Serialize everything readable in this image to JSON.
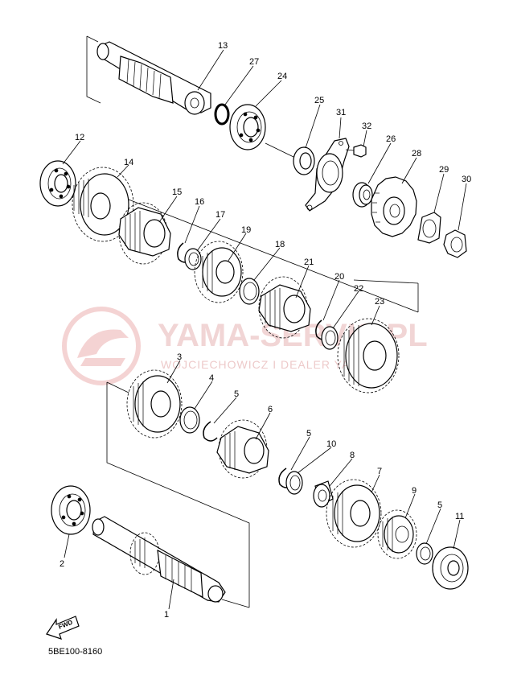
{
  "watermark": {
    "title": "YAMA-SERVIS.PL",
    "subtitle": "WOJCIECHOWICZ I DEALER YAMAHA",
    "logo_color": "#e8a0a0"
  },
  "diagram_code": "5BE100-8160",
  "fwd_label": "FWD",
  "parts": [
    {
      "id": "13",
      "label": "13"
    },
    {
      "id": "27",
      "label": "27"
    },
    {
      "id": "24",
      "label": "24"
    },
    {
      "id": "25",
      "label": "25"
    },
    {
      "id": "31",
      "label": "31"
    },
    {
      "id": "32",
      "label": "32"
    },
    {
      "id": "26",
      "label": "26"
    },
    {
      "id": "28",
      "label": "28"
    },
    {
      "id": "29",
      "label": "29"
    },
    {
      "id": "30",
      "label": "30"
    },
    {
      "id": "12",
      "label": "12"
    },
    {
      "id": "14",
      "label": "14"
    },
    {
      "id": "15",
      "label": "15"
    },
    {
      "id": "16",
      "label": "16"
    },
    {
      "id": "17",
      "label": "17"
    },
    {
      "id": "19",
      "label": "19"
    },
    {
      "id": "18",
      "label": "18"
    },
    {
      "id": "21",
      "label": "21"
    },
    {
      "id": "20",
      "label": "20"
    },
    {
      "id": "22",
      "label": "22"
    },
    {
      "id": "23",
      "label": "23"
    },
    {
      "id": "3",
      "label": "3"
    },
    {
      "id": "4",
      "label": "4"
    },
    {
      "id": "5a",
      "label": "5"
    },
    {
      "id": "6",
      "label": "6"
    },
    {
      "id": "5b",
      "label": "5"
    },
    {
      "id": "10",
      "label": "10"
    },
    {
      "id": "8",
      "label": "8"
    },
    {
      "id": "7",
      "label": "7"
    },
    {
      "id": "9",
      "label": "9"
    },
    {
      "id": "5c",
      "label": "5"
    },
    {
      "id": "11",
      "label": "11"
    },
    {
      "id": "2",
      "label": "2"
    },
    {
      "id": "1",
      "label": "1"
    }
  ]
}
